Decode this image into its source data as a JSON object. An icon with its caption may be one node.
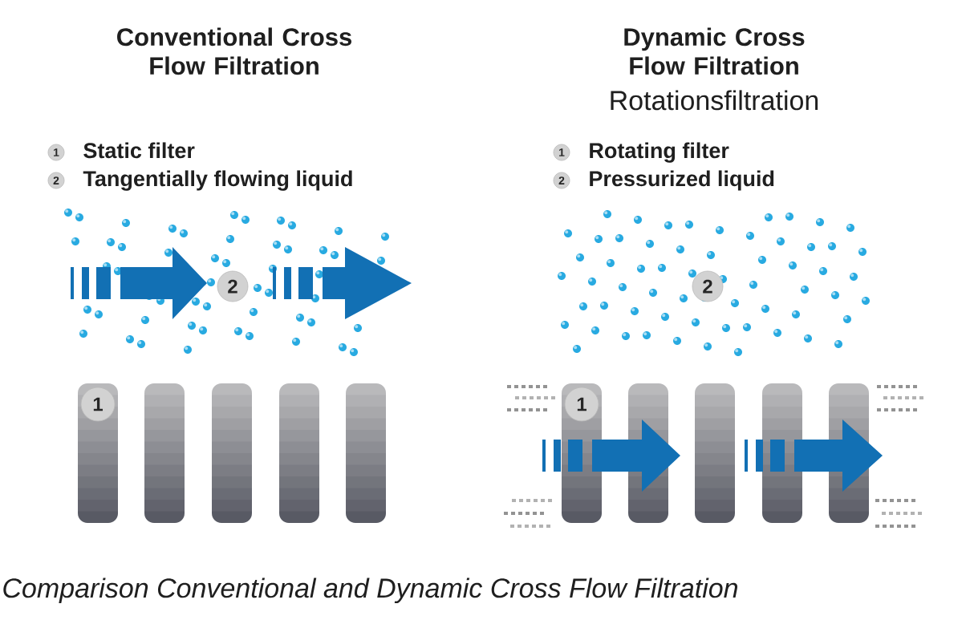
{
  "diagram": {
    "caption": "Comparison Conventional and Dynamic Cross Flow Filtration",
    "labels": [
      "Conventional Cross Flow Filtration",
      "Dynamic Cross Flow Filtration",
      "Rotationsfiltration",
      "1",
      "Static filter",
      "2",
      "Tangentially flowing liquid",
      "1",
      "Rotating filter",
      "2",
      "Pressurized liquid",
      "2",
      "1",
      "2",
      "1"
    ]
  }
}
